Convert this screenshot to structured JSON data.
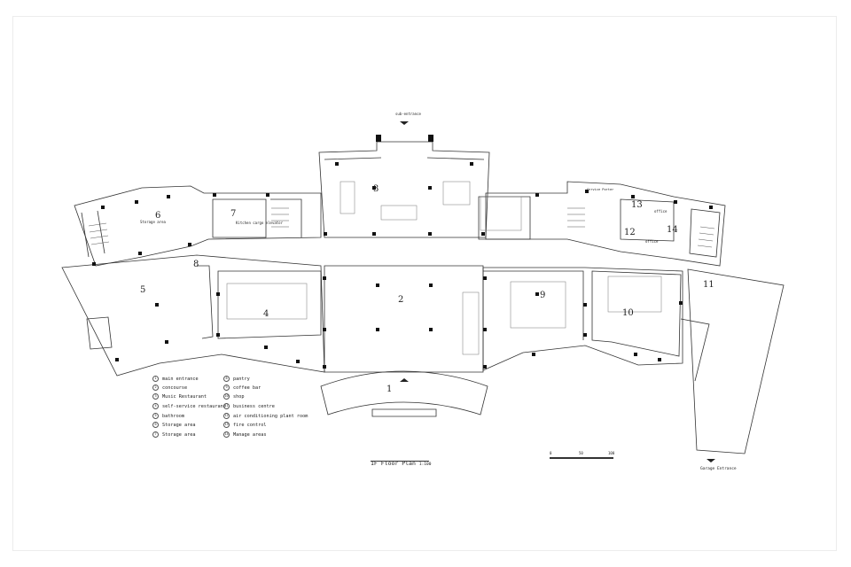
{
  "plan": {
    "title": "1F Floor Plan",
    "scale_text": "1:100",
    "sub_entrance_label": "sub-entrance",
    "garage_label": "Garage Entrance",
    "room_texts": {
      "storage": "Storage area",
      "kitchen": "Kitchen cargo elevator",
      "service": "Service Porter",
      "office_a": "office",
      "office_b": "office"
    },
    "room_numbers": [
      "1",
      "2",
      "3",
      "4",
      "5",
      "6",
      "7",
      "8",
      "9",
      "10",
      "11",
      "12",
      "13",
      "14"
    ],
    "scalebar": {
      "start": "0",
      "mid": "50",
      "end": "100"
    }
  },
  "legend": {
    "left": [
      {
        "n": "1",
        "text": "main entrance"
      },
      {
        "n": "2",
        "text": "concourse"
      },
      {
        "n": "3",
        "text": "Music Restaurant"
      },
      {
        "n": "4",
        "text": "self-service restaurant"
      },
      {
        "n": "5",
        "text": "bathroom"
      },
      {
        "n": "6",
        "text": "Storage area"
      },
      {
        "n": "7",
        "text": "Storage area"
      }
    ],
    "right": [
      {
        "n": "8",
        "text": "pantry"
      },
      {
        "n": "9",
        "text": "coffee bar"
      },
      {
        "n": "10",
        "text": "shop"
      },
      {
        "n": "11",
        "text": "business centre"
      },
      {
        "n": "12",
        "text": "air conditioning plant room"
      },
      {
        "n": "13",
        "text": "fire control"
      },
      {
        "n": "14",
        "text": "Manage areas"
      }
    ]
  }
}
